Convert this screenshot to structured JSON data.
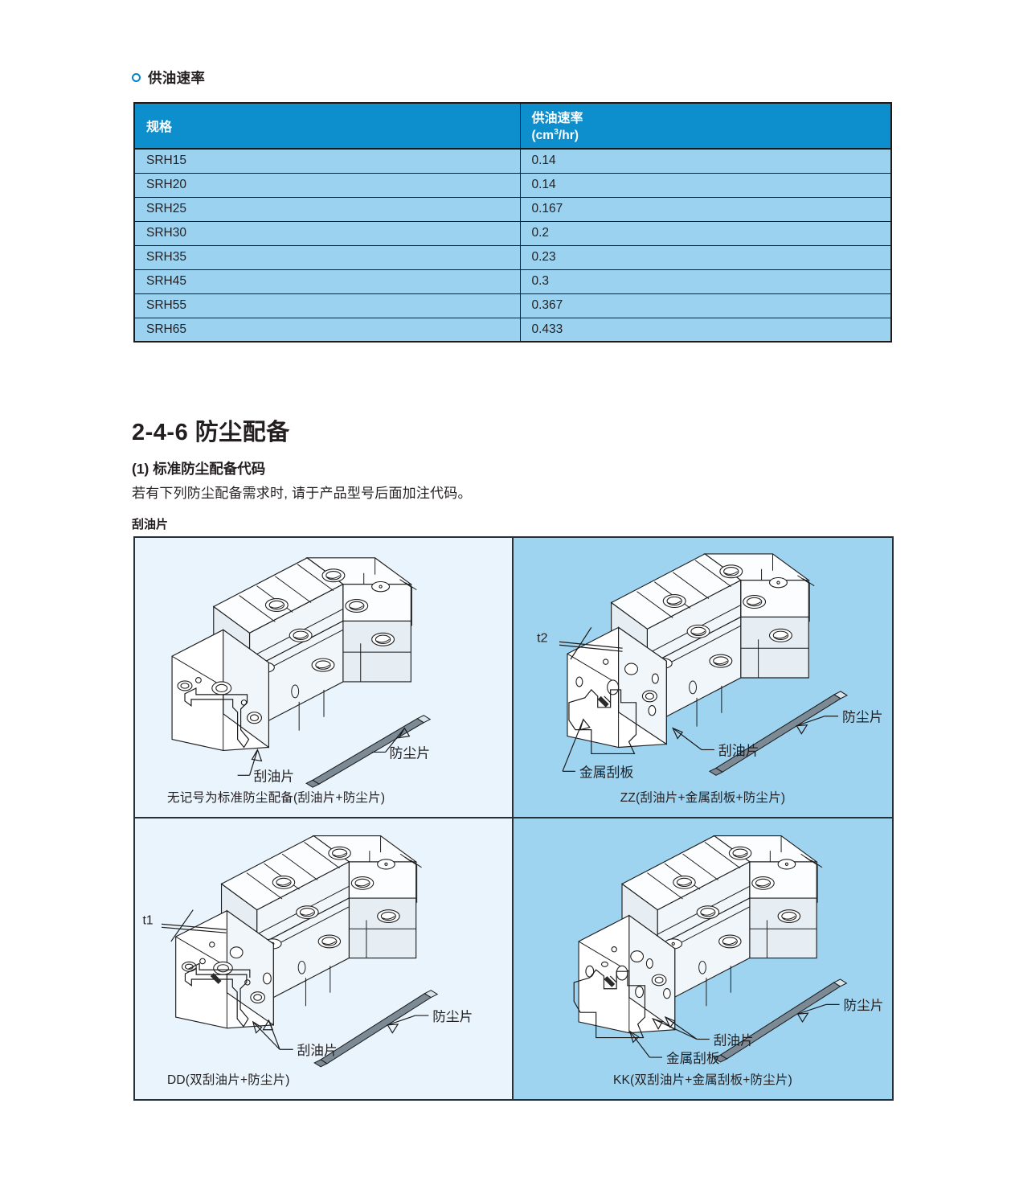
{
  "section_bullet": {
    "icon": "ring-bullet-icon",
    "title": "供油速率"
  },
  "table": {
    "headers": [
      "规格",
      "供油速率",
      "(cm³/hr)"
    ],
    "header_unit_prefix": "(cm",
    "header_unit_sup": "3",
    "header_unit_suffix": "/hr)",
    "rows": [
      {
        "model": "SRH15",
        "rate": "0.14"
      },
      {
        "model": "SRH20",
        "rate": "0.14"
      },
      {
        "model": "SRH25",
        "rate": "0.167"
      },
      {
        "model": "SRH30",
        "rate": "0.2"
      },
      {
        "model": "SRH35",
        "rate": "0.23"
      },
      {
        "model": "SRH45",
        "rate": "0.3"
      },
      {
        "model": "SRH55",
        "rate": "0.367"
      },
      {
        "model": "SRH65",
        "rate": "0.433"
      }
    ]
  },
  "section": {
    "number_title": "2-4-6  防尘配备",
    "subheading": "(1) 标准防尘配备代码",
    "body": "若有下列防尘配备需求时, 请于产品型号后面加注代码。",
    "figure_label": "刮油片"
  },
  "figures": [
    {
      "id": "standard",
      "caption": "无记号为标准防尘配备(刮油片+防尘片)",
      "callouts": [
        {
          "text": "防尘片",
          "name": "dust-seal-callout"
        },
        {
          "text": "刮油片",
          "name": "oil-scraper-callout"
        }
      ],
      "dim_label": ""
    },
    {
      "id": "zz",
      "caption": "ZZ(刮油片+金属刮板+防尘片)",
      "callouts": [
        {
          "text": "防尘片",
          "name": "dust-seal-callout"
        },
        {
          "text": "刮油片",
          "name": "oil-scraper-callout"
        },
        {
          "text": "金属刮板",
          "name": "metal-scraper-callout"
        }
      ],
      "dim_label": "t2"
    },
    {
      "id": "dd",
      "caption": "DD(双刮油片+防尘片)",
      "callouts": [
        {
          "text": "防尘片",
          "name": "dust-seal-callout"
        },
        {
          "text": "刮油片",
          "name": "oil-scraper-callout"
        }
      ],
      "dim_label": "t1"
    },
    {
      "id": "kk",
      "caption": "KK(双刮油片+金属刮板+防尘片)",
      "callouts": [
        {
          "text": "防尘片",
          "name": "dust-seal-callout"
        },
        {
          "text": "刮油片",
          "name": "oil-scraper-callout"
        },
        {
          "text": "金属刮板",
          "name": "metal-scraper-callout"
        }
      ],
      "dim_label": ""
    }
  ],
  "colors": {
    "table_header_bg": "#0d8ecd",
    "table_row_bg": "#9ad2f0",
    "panel_light_bg": "#e9f4fc",
    "panel_dark_bg": "#9fd4f1",
    "border": "#1b1b1b",
    "bullet": "#0d7fc4",
    "text": "#231f20"
  }
}
